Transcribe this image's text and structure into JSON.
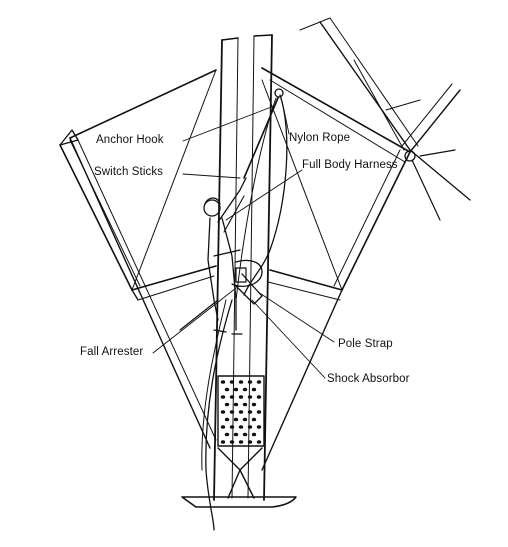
{
  "labels": {
    "anchor_hook": "Anchor Hook",
    "nylon_rope": "Nylon Rope",
    "switch_sticks": "Switch  Sticks",
    "full_body_harness": "Full Body Harness",
    "fall_arrester": "Fall Arrester",
    "pole_strap": "Pole Strap",
    "shock_absorber": "Shock Absorbor"
  }
}
